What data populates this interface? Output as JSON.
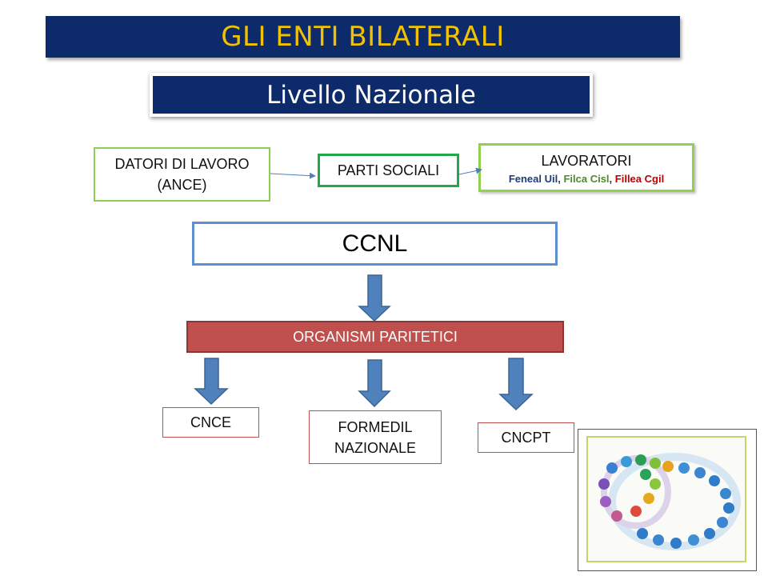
{
  "title": "GLI ENTI BILATERALI",
  "subtitle": "Livello Nazionale",
  "datori": {
    "line1": "DATORI DI LAVORO",
    "line2": "(ANCE)"
  },
  "parti_sociali": "PARTI SOCIALI",
  "lavoratori": {
    "label": "LAVORATORI",
    "org1": "Feneal Uil",
    "sep1": ", ",
    "org2": "Filca Cisl",
    "sep2": ", ",
    "org3": "Fillea Cgil"
  },
  "ccnl": "CCNL",
  "organismi": "ORGANISMI PARITETICI",
  "cnce": "CNCE",
  "formedil": {
    "line1": "FORMEDIL",
    "line2": "NAZIONALE"
  },
  "cncpt": "CNCPT",
  "colors": {
    "title_bar": "#0d2a6b",
    "title_text": "#f2c200",
    "organismi_bar": "#c0504d",
    "feneal": "#1f3d73",
    "filca": "#4f8a2b",
    "fillea": "#c00000",
    "arrow": "#4f81bd"
  }
}
